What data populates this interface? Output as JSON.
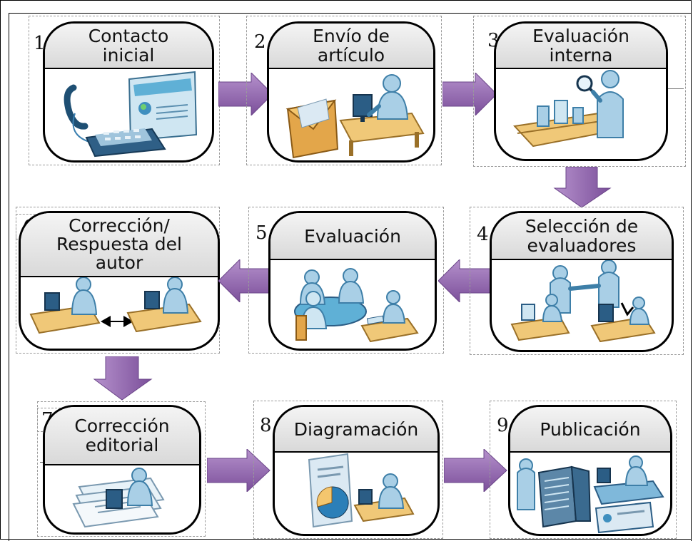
{
  "steps": [
    {
      "number": "1",
      "title": "Contacto\ninicial",
      "icon": "telephone-and-monitor-icon"
    },
    {
      "number": "2",
      "title": "Envío de\nartículo",
      "icon": "envelope-and-worker-icon"
    },
    {
      "number": "3",
      "title": "Evaluación\ninterna",
      "icon": "inspector-with-magnifier-icon"
    },
    {
      "number": "4",
      "title": "Selección de\nevaluadores",
      "icon": "team-handshake-icon"
    },
    {
      "number": "5",
      "title": "Evaluación",
      "icon": "meeting-table-icon"
    },
    {
      "number": "6",
      "title": "Corrección/\nRespuesta del\nautor",
      "icon": "two-workers-exchange-icon"
    },
    {
      "number": "7",
      "title": "Corrección\neditorial",
      "icon": "worker-with-documents-icon"
    },
    {
      "number": "8",
      "title": "Diagramación",
      "icon": "document-chart-worker-icon"
    },
    {
      "number": "9",
      "title": "Publicación",
      "icon": "server-room-workers-icon"
    }
  ],
  "arrow_color": "#8f5fae",
  "card_head_color": "#dcdcdc"
}
